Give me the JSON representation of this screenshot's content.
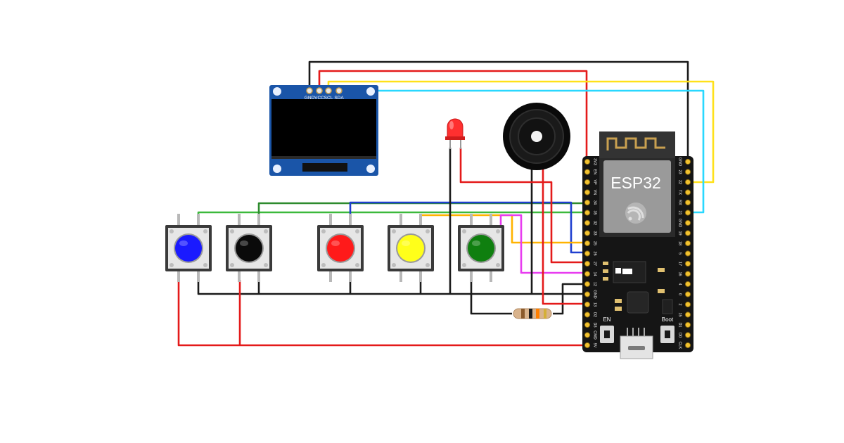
{
  "oled": {
    "pins": [
      "GND",
      "VCC",
      "SCL",
      "SDA"
    ]
  },
  "esp32": {
    "chip_label": "ESP32",
    "left_pins": [
      "3V3",
      "EN",
      "VP",
      "VN",
      "34",
      "35",
      "32",
      "33",
      "25",
      "26",
      "27",
      "14",
      "12",
      "GND",
      "13",
      "D2",
      "D3",
      "CMD",
      "5V"
    ],
    "right_pins": [
      "GND",
      "23",
      "22",
      "TX",
      "RX",
      "21",
      "GND",
      "19",
      "18",
      "5",
      "17",
      "16",
      "4",
      "0",
      "2",
      "15",
      "D1",
      "D0",
      "CLK"
    ],
    "en_label": "EN",
    "boot_label": "Boot"
  },
  "buttons": [
    {
      "color": "blue",
      "cap": "#1a1aff"
    },
    {
      "color": "black",
      "cap": "#0a0a0a"
    },
    {
      "color": "red",
      "cap": "#ff1a1a"
    },
    {
      "color": "yellow",
      "cap": "#ffff1a"
    },
    {
      "color": "green",
      "cap": "#0f7f0f"
    }
  ],
  "wire_colors": {
    "black": "#1a1a1a",
    "red": "#e41a1a",
    "yellow": "#ffe11a",
    "cyan": "#29d8ff",
    "green": "#3cb93c",
    "darkgreen": "#2e8b2e",
    "blue": "#1f3fd0",
    "orange": "#ffb300",
    "magenta": "#e83cf0"
  }
}
